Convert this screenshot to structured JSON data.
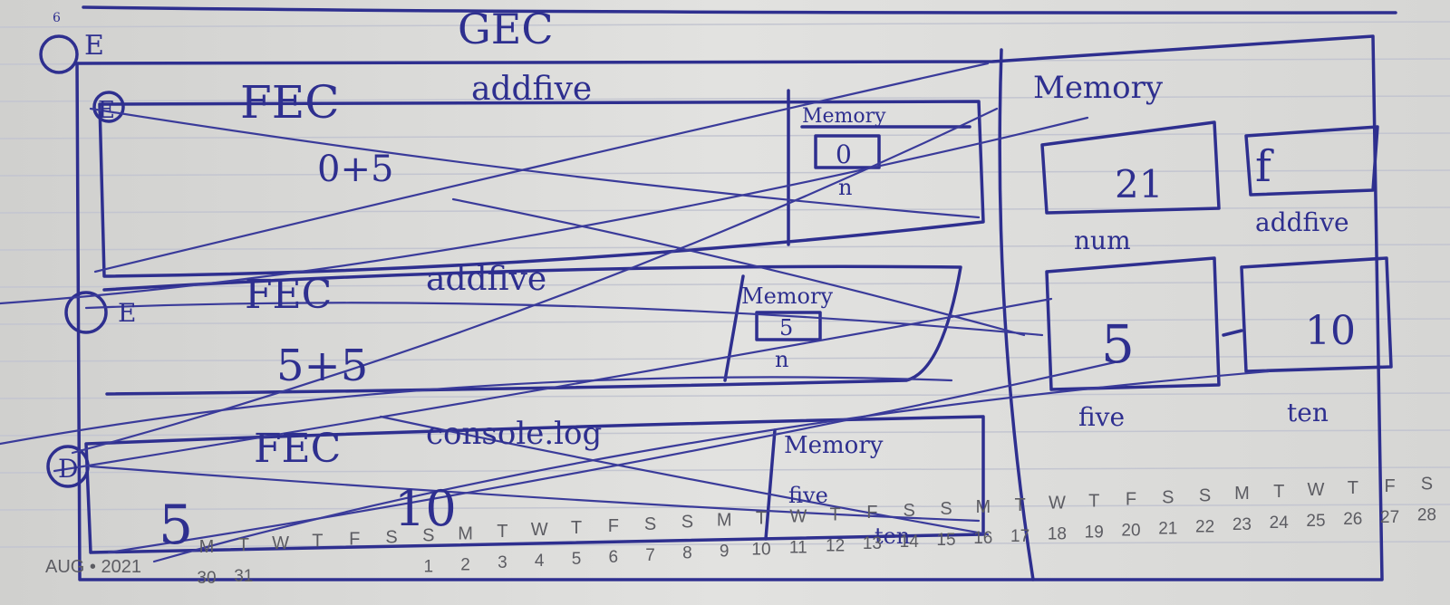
{
  "sketch": {
    "gec_label": "GEC",
    "global_memory": {
      "title": "Memory",
      "num_value": "21",
      "num_label": "num",
      "addfive_value": "f",
      "addfive_label": "addfive",
      "five_value": "5",
      "five_label": "five",
      "ten_value": "10",
      "ten_label": "ten"
    },
    "fec_blocks": [
      {
        "marker": "E",
        "title": "FEC",
        "fn": "addfive",
        "expr": "0+5",
        "memory_title": "Memory",
        "mem_value": "0",
        "mem_var": "n"
      },
      {
        "marker": "E",
        "title": "FEC",
        "fn": "addfive",
        "expr": "5+5",
        "memory_title": "Memory",
        "mem_value": "5",
        "mem_var": "n"
      },
      {
        "marker": "D",
        "title": "FEC",
        "fn": "console.log",
        "expr_left": "5",
        "expr_right": "10",
        "memory_title": "Memory",
        "mem_line1": "five",
        "mem_line2": "ten"
      }
    ],
    "top_marker": "E",
    "page_number": "6"
  },
  "calendar": {
    "month_label": "AUG • 2021",
    "days": [
      {
        "letter": "M",
        "num": "30"
      },
      {
        "letter": "T",
        "num": "31"
      },
      {
        "letter": "W",
        "num": ""
      },
      {
        "letter": "T",
        "num": ""
      },
      {
        "letter": "F",
        "num": ""
      },
      {
        "letter": "S",
        "num": ""
      },
      {
        "letter": "S",
        "num": "1"
      },
      {
        "letter": "M",
        "num": "2"
      },
      {
        "letter": "T",
        "num": "3"
      },
      {
        "letter": "W",
        "num": "4"
      },
      {
        "letter": "T",
        "num": "5"
      },
      {
        "letter": "F",
        "num": "6"
      },
      {
        "letter": "S",
        "num": "7"
      },
      {
        "letter": "S",
        "num": "8"
      },
      {
        "letter": "M",
        "num": "9"
      },
      {
        "letter": "T",
        "num": "10"
      },
      {
        "letter": "W",
        "num": "11"
      },
      {
        "letter": "T",
        "num": "12"
      },
      {
        "letter": "F",
        "num": "13"
      },
      {
        "letter": "S",
        "num": "14"
      },
      {
        "letter": "S",
        "num": "15"
      },
      {
        "letter": "M",
        "num": "16"
      },
      {
        "letter": "T",
        "num": "17"
      },
      {
        "letter": "W",
        "num": "18"
      },
      {
        "letter": "T",
        "num": "19"
      },
      {
        "letter": "F",
        "num": "20"
      },
      {
        "letter": "S",
        "num": "21"
      },
      {
        "letter": "S",
        "num": "22"
      },
      {
        "letter": "M",
        "num": "23"
      },
      {
        "letter": "T",
        "num": "24"
      },
      {
        "letter": "W",
        "num": "25"
      },
      {
        "letter": "T",
        "num": "26"
      },
      {
        "letter": "F",
        "num": "27"
      },
      {
        "letter": "S",
        "num": "28"
      }
    ]
  },
  "colors": {
    "paper": "#dcdcda",
    "ink": "#2e2f8f",
    "rule_line": "#c3c5d0",
    "print": "#5c5c62"
  }
}
